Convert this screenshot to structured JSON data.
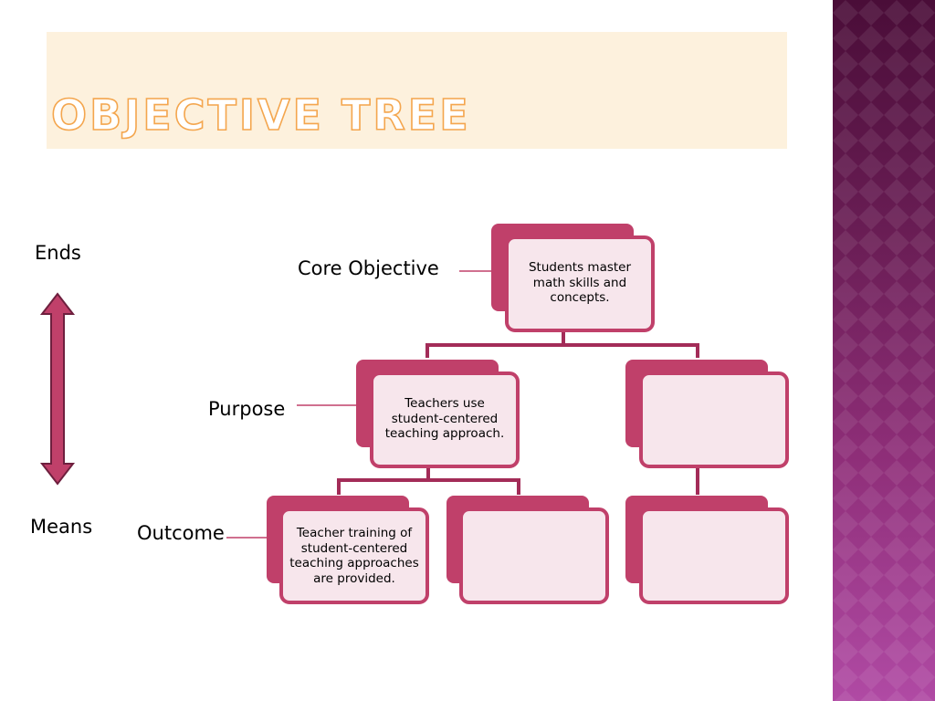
{
  "title": "Objective Tree",
  "scale": {
    "ends_label": "Ends",
    "means_label": "Means"
  },
  "levels": {
    "core": "Core Objective",
    "purpose": "Purpose",
    "outcome": "Outcome"
  },
  "nodes": {
    "core": "Students master math skills and concepts.",
    "purpose_1": "Teachers use student-centered teaching approach.",
    "purpose_2": "",
    "outcome_1": "Teacher training of student-centered teaching approaches are provided.",
    "outcome_2": "",
    "outcome_3": ""
  },
  "colors": {
    "node_fill": "#c0406a",
    "node_inner": "#f7e6ec",
    "connector": "#a32c58",
    "title_fill": "#fdf1dd",
    "title_outline": "#f4a64e",
    "side_band": "#6b1e56"
  }
}
